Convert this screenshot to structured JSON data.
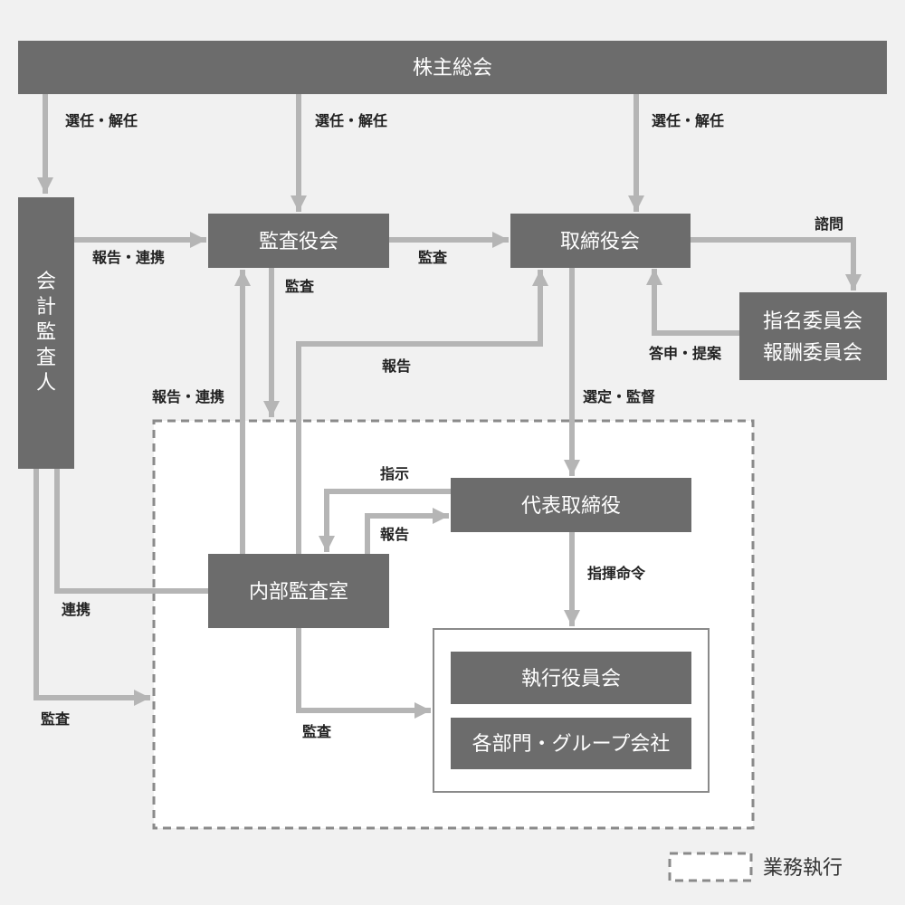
{
  "nodes": {
    "shareholders": "株主総会",
    "auditor_board": "監査役会",
    "board": "取締役会",
    "committees_line1": "指名委員会",
    "committees_line2": "報酬委員会",
    "accounting_auditor_chars": [
      "会",
      "計",
      "監",
      "査",
      "人"
    ],
    "ceo": "代表取締役",
    "internal_audit": "内部監査室",
    "executive_committee": "執行役員会",
    "departments": "各部門・グループ会社"
  },
  "labels": {
    "appoint_dismiss": "選任・解任",
    "report_cooperate": "報告・連携",
    "audit": "監査",
    "consult": "諮問",
    "respond_propose": "答申・提案",
    "report": "報告",
    "select_supervise": "選定・監督",
    "instruct": "指示",
    "command": "指揮命令",
    "cooperate": "連携"
  },
  "legend": {
    "business_execution": "業務執行"
  },
  "colors": {
    "box": "#6c6c6c",
    "arrow": "#b5b5b5",
    "background": "#f1f1f1",
    "dashed": "#8a8a8a"
  }
}
